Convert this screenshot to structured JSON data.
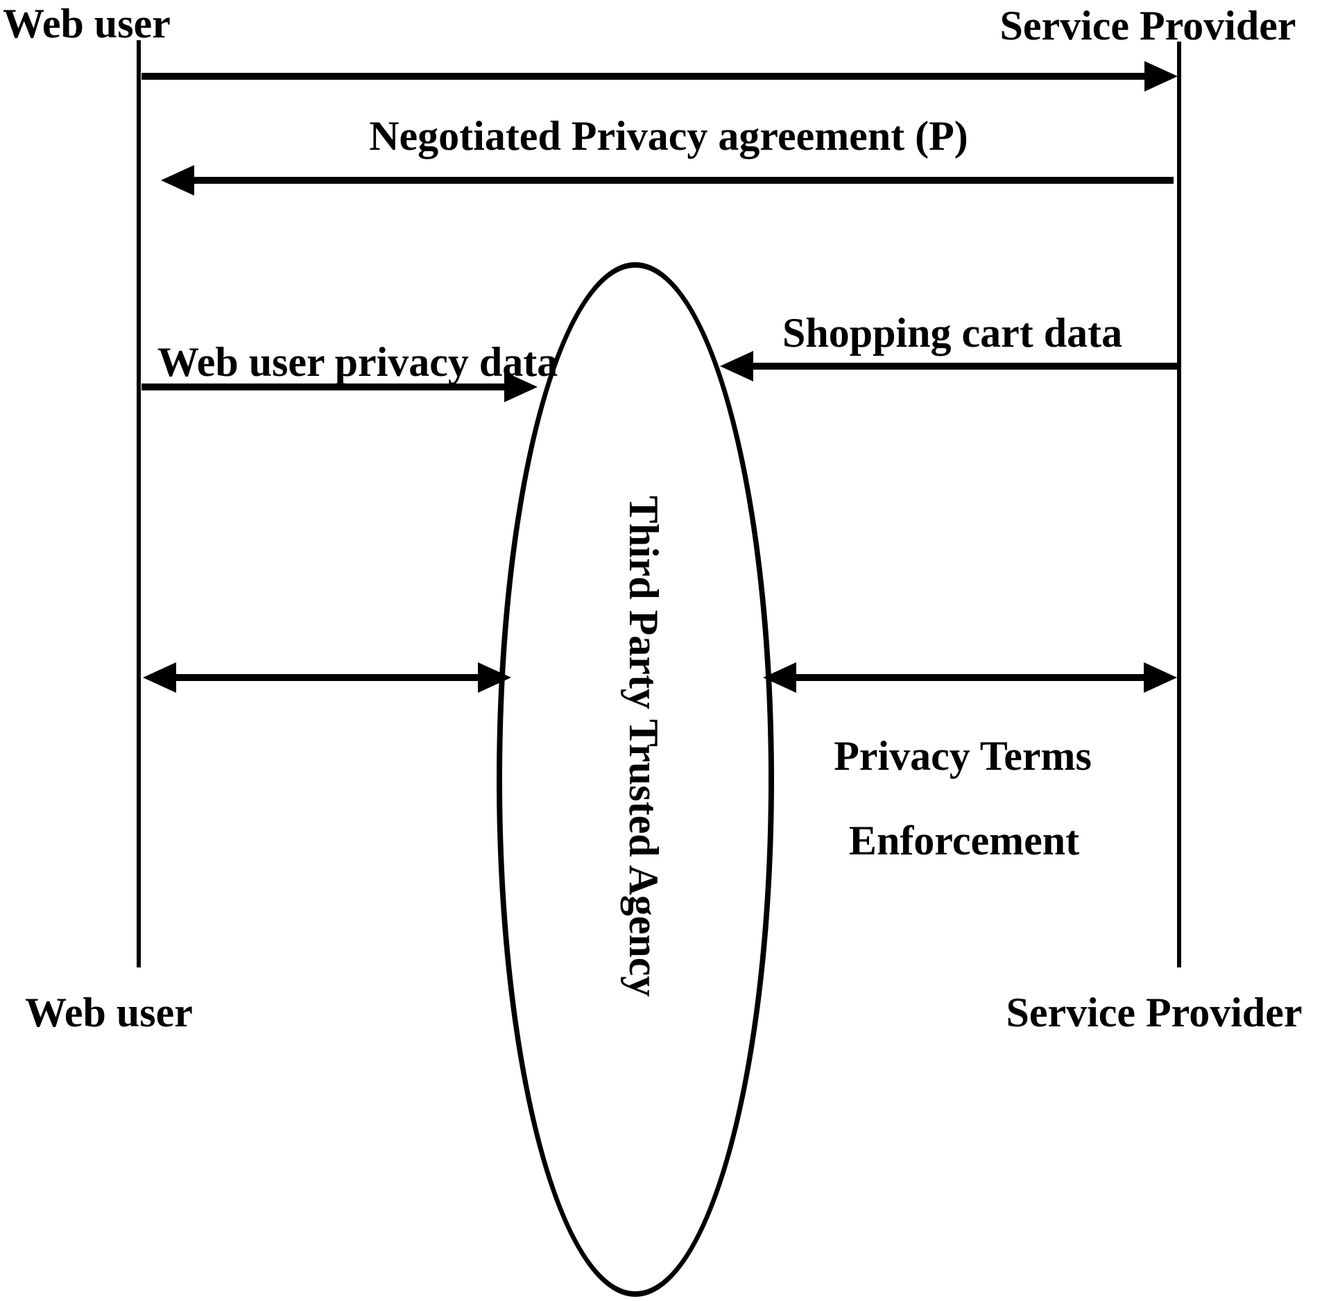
{
  "diagram": {
    "actors": {
      "web_user": "Web user",
      "service_provider": "Service Provider"
    },
    "messages": {
      "negotiated_privacy_agreement": "Negotiated Privacy agreement (P)",
      "web_user_privacy_data": "Web user privacy data",
      "shopping_cart_data": "Shopping cart data",
      "privacy_terms_line1": "Privacy Terms",
      "privacy_terms_line2": "Enforcement"
    },
    "agency": "Third Party Trusted Agency",
    "colors": {
      "foreground": "#000000",
      "background": "#ffffff"
    }
  }
}
